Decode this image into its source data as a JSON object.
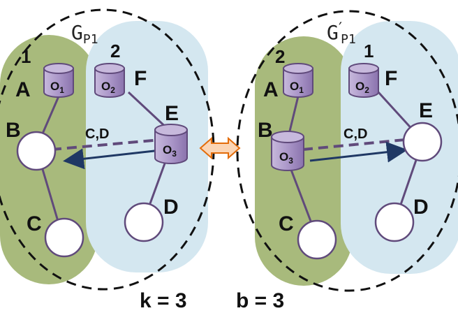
{
  "graph_left": {
    "title": "G",
    "title_sub": "P1",
    "title_prime": "",
    "partition_numbers": [
      "1",
      "2"
    ],
    "node_letters": [
      "A",
      "F",
      "E",
      "B",
      "C",
      "D"
    ],
    "objects": [
      {
        "base": "O",
        "sub": "1"
      },
      {
        "base": "O",
        "sub": "2"
      },
      {
        "base": "O",
        "sub": "3"
      }
    ],
    "edge_label": "C,D"
  },
  "graph_right": {
    "title": "G",
    "title_sub": "P1",
    "title_prime": "′",
    "partition_numbers": [
      "2",
      "1"
    ],
    "node_letters": [
      "A",
      "F",
      "E",
      "B",
      "C",
      "D"
    ],
    "objects": [
      {
        "base": "O",
        "sub": "1"
      },
      {
        "base": "O",
        "sub": "2"
      },
      {
        "base": "O",
        "sub": "3"
      }
    ],
    "edge_label": "C,D"
  },
  "params": {
    "k_label": "k = 3",
    "b_label": "b = 3"
  },
  "colors": {
    "green_partition": "#a8ba7c",
    "blue_partition": "#d4e7f0",
    "node_stroke": "#604a7b",
    "cylinder_fill": "#ab97c9",
    "arrow": "#1f3864",
    "exchange_fill": "#fbd5b5",
    "exchange_stroke": "#e36c0a"
  }
}
